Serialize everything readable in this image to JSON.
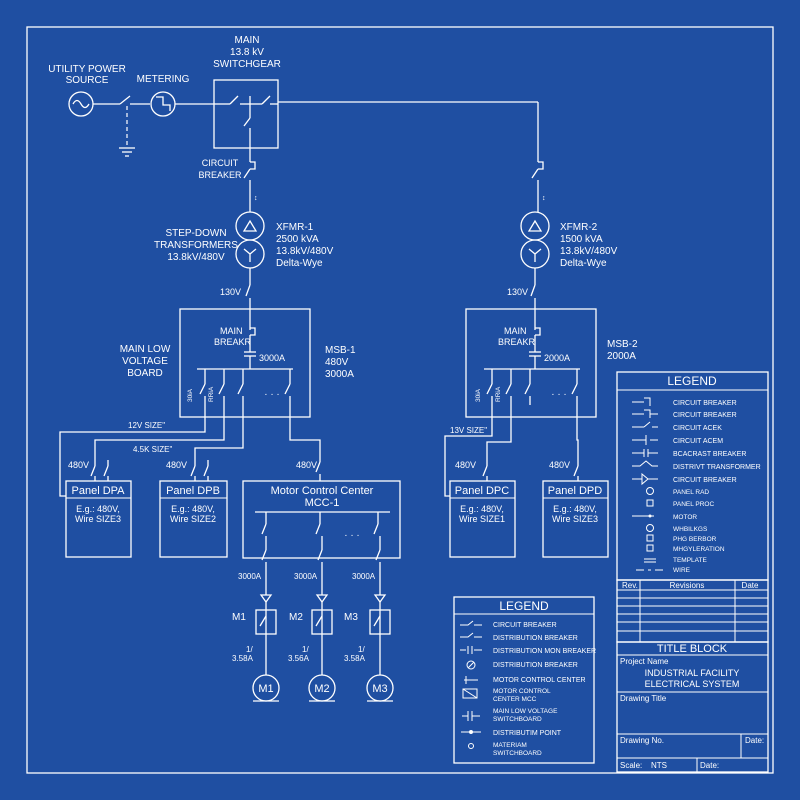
{
  "labels": {
    "utility_power": [
      "UTILITY POWER",
      "SOURCE"
    ],
    "metering": "METERING",
    "main_switchgear": [
      "MAIN",
      "13.8 kV",
      "SWITCHGEAR"
    ],
    "circuit_breaker": [
      "CIRCUIT",
      "BREAKER"
    ],
    "step_down": [
      "STEP-DOWN",
      "TRANSFORMERS",
      "13.8kV/480V"
    ],
    "xfmr1": [
      "XFMR-1",
      "2500 kVA",
      "13.8kV/480V",
      "Delta-Wye"
    ],
    "xfmr2": [
      "XFMR-2",
      "1500 kVA",
      "13.8kV/480V",
      "Delta-Wye"
    ],
    "v130_left": "130V",
    "v130_right": "130V",
    "main_low_voltage_board": [
      "MAIN LOW",
      "VOLTAGE",
      "BOARD"
    ],
    "main_breaker_1": [
      "MAIN",
      "BREAKR"
    ],
    "main_breaker_2": [
      "MAIN",
      "BREAKR"
    ],
    "rating_1": "3000A",
    "rating_2": "2000A",
    "msb1": [
      "MSB-1",
      "480V",
      "3000A"
    ],
    "msb2": [
      "MSB-2",
      "2000A"
    ],
    "feeder_tags_1": [
      "30iA",
      "RRiA"
    ],
    "feeder_tags_2": [
      "30iA",
      "RRiA"
    ],
    "ellipsis": "· · ·",
    "size_12v": "12V SIZE\"",
    "size_45k": "4.5K SIZE\"",
    "size_13v": "13V SIZE\"",
    "v480": "480V"
  },
  "panels": {
    "dpa": {
      "title": "Panel DPA",
      "sub": [
        "E.g.: 480V,",
        "Wire SIZE3"
      ]
    },
    "dpb": {
      "title": "Panel DPB",
      "sub": [
        "E.g.: 480V,",
        "Wire SIZE2"
      ]
    },
    "mcc": {
      "title": [
        "Motor Control Center",
        "MCC-1"
      ]
    },
    "dpc": {
      "title": "Panel DPC",
      "sub": [
        "E.g.: 480V,",
        "Wire SIZE1"
      ]
    },
    "dpd": {
      "title": "Panel DPD",
      "sub": [
        "E.g.: 480V,",
        "Wire SIZE3"
      ]
    }
  },
  "motors": {
    "rating": "3000A",
    "items": [
      {
        "tag": "M1",
        "label": "M1",
        "frac": "1/",
        "amps": "3.58A"
      },
      {
        "tag": "M2",
        "label": "M2",
        "frac": "1/",
        "amps": "3.56A"
      },
      {
        "tag": "M3",
        "label": "M3",
        "frac": "1/",
        "amps": "3.58A"
      }
    ]
  },
  "legend_right": {
    "title": "LEGEND",
    "items": [
      "CIRCUIT BREAKER",
      "CIRCUIT BREAKER",
      "CIRCUIT ACEK",
      "CIRCUIT ACEM",
      "BCACRAST BREAKER",
      "DISTRIVT TRANSFORMER",
      "CIRCUIT BREAKER",
      "PANEL RAD",
      "PANEL PROC",
      "MOTOR",
      "WHBILKGS",
      "PHG BERBOR",
      "MHGYLERATION",
      "TEMPLATE",
      "WIRE"
    ]
  },
  "legend_bottom": {
    "title": "LEGEND",
    "items": [
      "CIRCUIT BREAKER",
      "DISTRIBUTION BREAKER",
      "DISTRIBUTION MON BREAKER",
      "DISTRIBUTION BREAKER",
      "MOTOR CONTROL CENTER",
      "MOTOR CONTROL CENTER MCC",
      "MAIN LOW VOLTAGE SWITCHBOARD",
      "DISTRIBUTIM POINT",
      "MATERIAM SWITCHBOARD"
    ]
  },
  "revisions": {
    "rev": "Rev.",
    "revisions": "Revisions",
    "date": "Date"
  },
  "title_block": {
    "title": "TITLE BLOCK",
    "project_name_label": "Project Name",
    "project_name": [
      "INDUSTRIAL FACILITY",
      "ELECTRICAL SYSTEM"
    ],
    "drawing_title_label": "Drawing Title",
    "drawing_no_label": "Drawing No.",
    "date_label": "Date:",
    "scale_label": "Scale:",
    "scale_value": "NTS",
    "date2_label": "Date:"
  }
}
